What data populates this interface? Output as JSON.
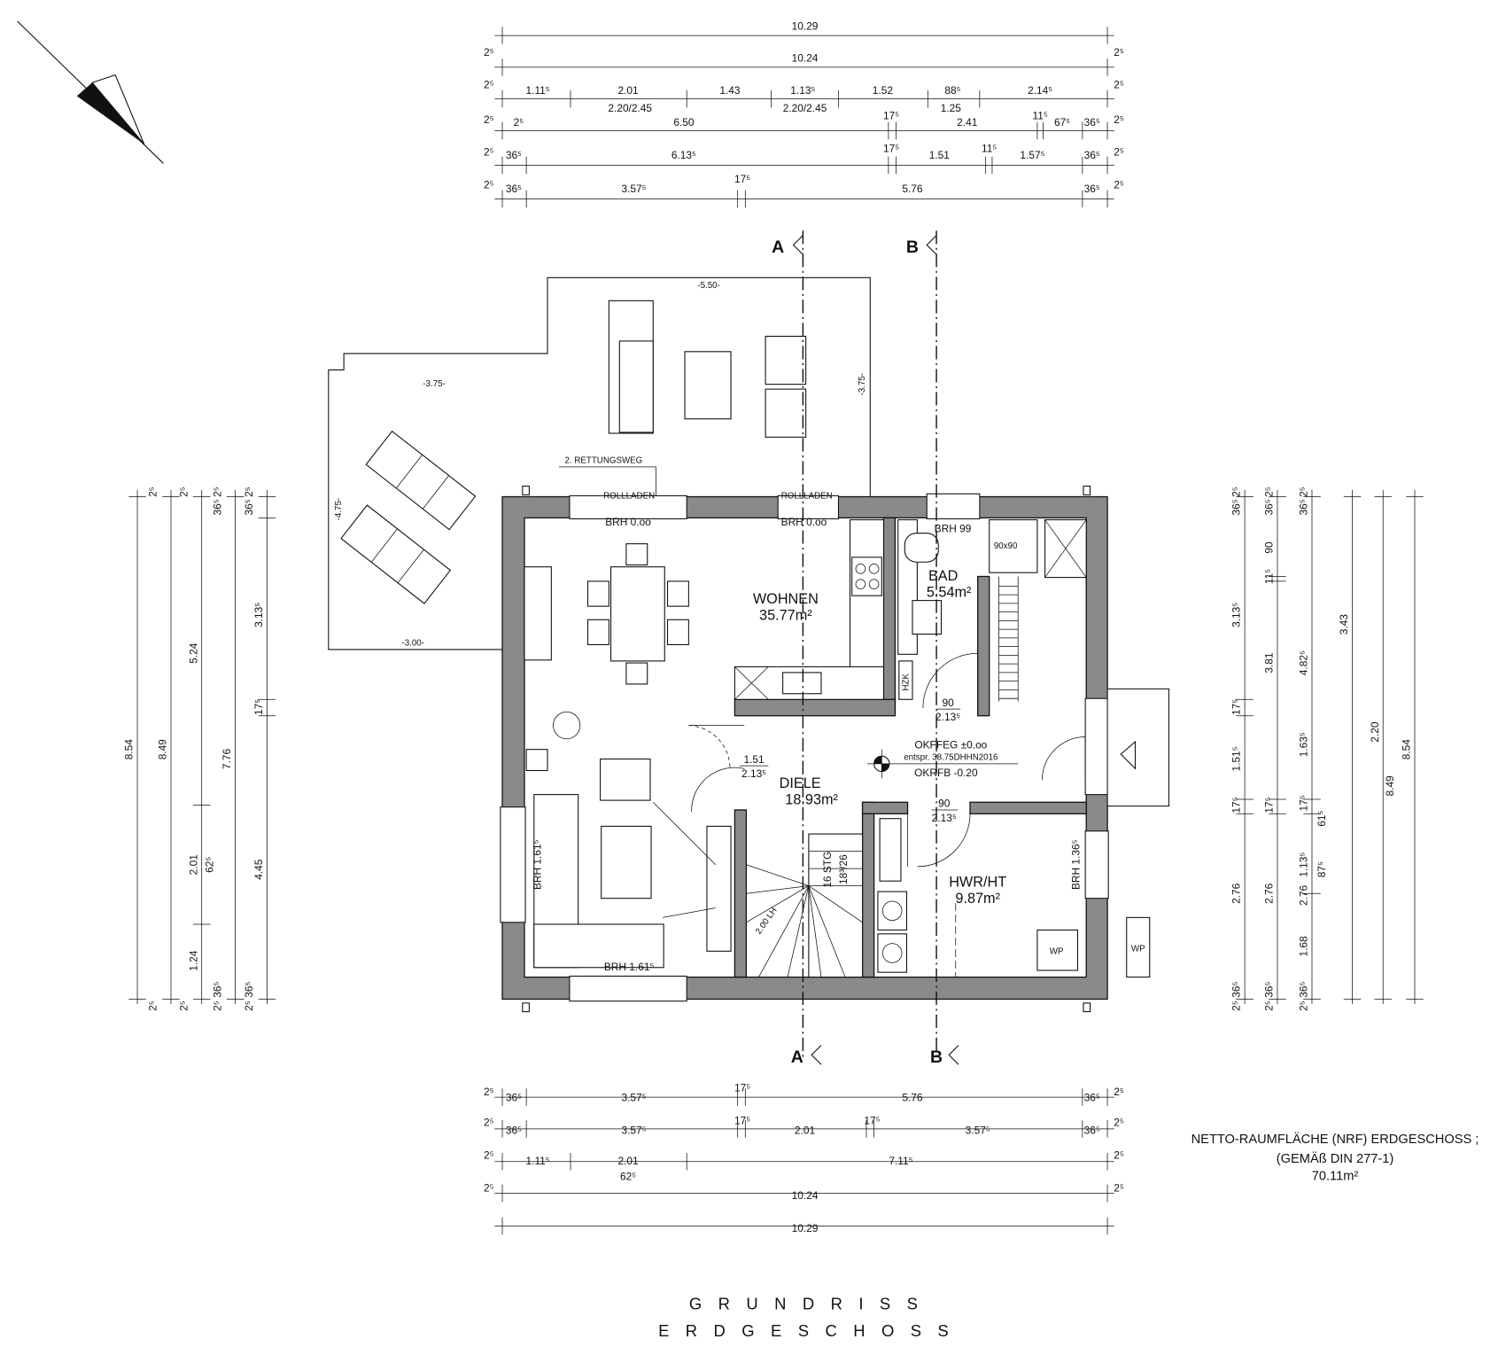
{
  "title": {
    "line1": "GRUNDRISS",
    "line2": "ERDGESCHOSS"
  },
  "summary": {
    "line1": "NETTO-RAUMFLÄCHE (NRF) ERDGESCHOSS ;",
    "line2": "(GEMÄß DIN 277-1)",
    "line3": "70.11m²"
  },
  "rooms": {
    "wohnen": {
      "name": "WOHNEN",
      "area": "35.77m²"
    },
    "bad": {
      "name": "BAD",
      "area": "5.54m²"
    },
    "diele": {
      "name": "DIELE",
      "area": "18.93m²"
    },
    "hwr": {
      "name": "HWR/HT",
      "area": "9.87m²"
    }
  },
  "annotations": {
    "rettungsweg": "2. RETTUNGSWEG",
    "rollladen1": "ROLLLADEN",
    "rollladen2": "ROLLLADEN",
    "brh1": "BRH 0.oo",
    "brh2": "BRH 0.oo",
    "brh99": "BRH 99",
    "shower": "90x90",
    "hzk": "HZK",
    "door_bad_w": "90",
    "door_bad_h": "2.13⁵",
    "door_diele_w": "1.51",
    "door_diele_h": "2.13⁵",
    "door_hwr_w": "90",
    "door_hwr_h": "2.13⁵",
    "brh_left": "BRH 1.61⁵",
    "brh_bottom": "BRH 1.61⁵",
    "brh_right": "BRH 1.36⁵",
    "stairs": "16 STG",
    "stairs_ratio": "18³/26",
    "stairs_line": "2.00 LH",
    "wp1": "WP",
    "wp2": "WP",
    "level1": "OKFFEG ±0.oo",
    "level2": "entspr. 38.75DHHN2016",
    "level3": "OKRFB -0.20",
    "terrace_top": "-5.50-",
    "terrace_mid": "-3.75-",
    "terrace_right": "-3.75-",
    "terrace_left": "-4.75-",
    "terrace_bottom": "-3.00-",
    "section_a_top": "A",
    "section_b_top": "B",
    "section_a_bottom": "A",
    "section_b_bottom": "B"
  },
  "dims_top": [
    "10.29",
    "10.24",
    "1.11⁵",
    "2.01",
    "1.43",
    "1.13⁵",
    "1.52",
    "88⁵",
    "2.14⁵",
    "2.20/2.45",
    "2.20/2.45",
    "1.25",
    "2⁵",
    "6.50",
    "17⁵",
    "2.41",
    "11⁵",
    "67⁵",
    "36⁵",
    "36⁵",
    "6.13⁵",
    "17⁵",
    "1.51",
    "11⁵",
    "1.57⁵",
    "36⁵",
    "36⁵",
    "3.57⁵",
    "17⁵",
    "5.76",
    "36⁵",
    "2⁵",
    "2⁵",
    "2⁵",
    "2⁵",
    "2⁵",
    "2⁵",
    "2⁵",
    "2⁵",
    "2⁵",
    "2⁵"
  ],
  "dims_bottom": [
    "36⁵",
    "3.57⁵",
    "17⁵",
    "5.76",
    "36⁵",
    "36⁵",
    "3.57⁵",
    "17⁵",
    "2.01",
    "17⁵",
    "3.57⁵",
    "36⁵",
    "1.11⁵",
    "2.01",
    "62⁵",
    "7.11⁵",
    "10.24",
    "10.29",
    "2⁵",
    "2⁵",
    "2⁵",
    "2⁵",
    "2⁵",
    "2⁵",
    "2⁵",
    "2⁵"
  ],
  "dims_left": [
    "8.54",
    "8.49",
    "5.24",
    "2.01",
    "1.24",
    "62⁵",
    "7.76",
    "3.13⁵",
    "17⁵",
    "4.45",
    "2⁵",
    "2⁵",
    "2⁵",
    "2⁵",
    "36⁵",
    "36⁵",
    "36⁵",
    "36⁵",
    "2⁵",
    "2⁵",
    "2⁵",
    "2⁵"
  ],
  "dims_right": [
    "3.13⁵",
    "17⁵",
    "1.51⁵",
    "17⁵",
    "2.76",
    "90",
    "11⁵",
    "3.81",
    "17⁵",
    "2.76",
    "4.82⁵",
    "1.63⁵",
    "17⁵",
    "61⁵",
    "1.13⁵",
    "87⁵",
    "2.76",
    "1.68",
    "3.43",
    "2.20",
    "8.49",
    "8.54",
    "36⁵",
    "36⁵",
    "36⁵",
    "36⁵",
    "36⁵",
    "36⁵",
    "2⁵",
    "2⁵",
    "2⁵",
    "2⁵",
    "2⁵",
    "2⁵"
  ]
}
